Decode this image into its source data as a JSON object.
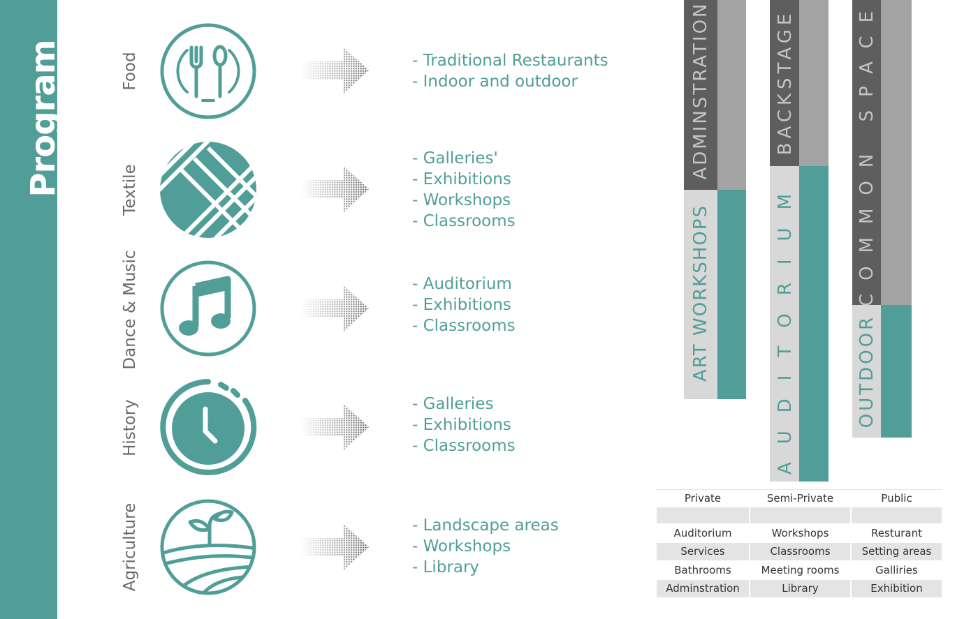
{
  "title": "Program",
  "colors": {
    "teal": "#519e98",
    "dark_gray": "#5e5e5e",
    "mid_gray": "#a3a3a3",
    "light_gray": "#d8d8d8",
    "label_gray": "#6a6a6a"
  },
  "categories": [
    {
      "name": "Food",
      "icon": "plate-cutlery-icon",
      "items": [
        "- Traditional Restaurants",
        "- Indoor and outdoor"
      ]
    },
    {
      "name": "Textile",
      "icon": "yarn-ball-icon",
      "items": [
        "- Galleries'",
        "- Exhibitions",
        "- Workshops",
        "- Classrooms"
      ]
    },
    {
      "name": "Dance & Music",
      "icon": "music-note-icon",
      "items": [
        "- Auditorium",
        "- Exhibitions",
        "- Classrooms"
      ]
    },
    {
      "name": "History",
      "icon": "clock-icon",
      "items": [
        "- Galleries",
        "- Exhibitions",
        "- Classrooms"
      ]
    },
    {
      "name": "Agriculture",
      "icon": "sprout-field-icon",
      "items": [
        "- Landscape areas",
        "- Workshops",
        "- Library"
      ]
    }
  ],
  "bars": {
    "administration": "ADMINSTRATION",
    "art_workshops": "ART WORKSHOPS",
    "backstage": "BACKSTAGE",
    "auditorium": "AUDITORIUM",
    "common_space": "COMMON SPACE",
    "outdoor": "OUTDOOR"
  },
  "zoning": {
    "headers": [
      "Private",
      "Semi-Private",
      "Public"
    ],
    "rows": [
      [
        "Auditorium",
        "Workshops",
        "Resturant"
      ],
      [
        "Services",
        "Classrooms",
        "Setting areas"
      ],
      [
        "Bathrooms",
        "Meeting rooms",
        "Galliries"
      ],
      [
        "Adminstration",
        "Library",
        "Exhibition"
      ]
    ]
  }
}
